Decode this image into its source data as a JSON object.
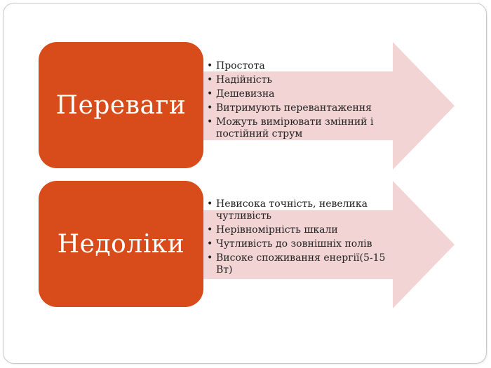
{
  "sections": [
    {
      "title": "Переваги",
      "items": [
        "Простота",
        "Надійність",
        "Дешевизна",
        "Витримують перевантаження",
        "Можуть вимірювати змінний і постійний струм"
      ]
    },
    {
      "title": "Недоліки",
      "items": [
        "Невисока точність, невелика чутливість",
        "Нерівномірність шкали",
        "Чутливість до зовнішніх полів",
        "Високе споживання енергії(5-15 Вт)"
      ]
    }
  ],
  "colors": {
    "box": "#d84b1a",
    "arrow": "#f2d4d4",
    "box_text": "#ffffff",
    "list_text": "#222222"
  }
}
